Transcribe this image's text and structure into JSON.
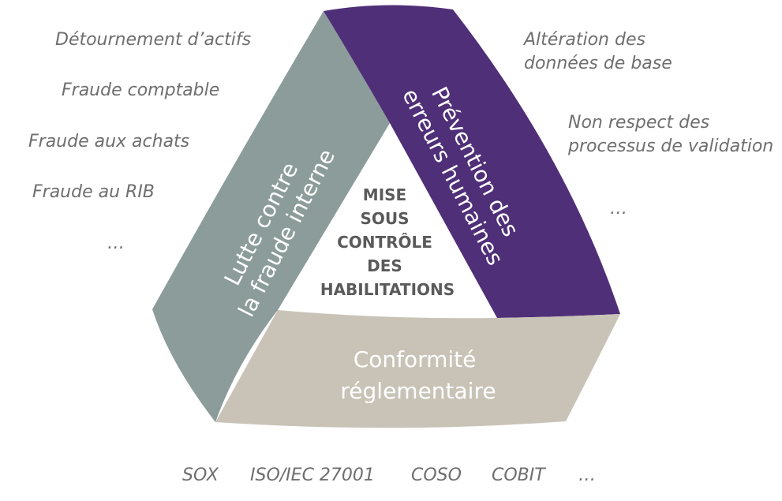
{
  "left_items": [
    "Détournement d’actifs",
    "Fraude comptable",
    "Fraude aux achats",
    "Fraude au RIB",
    "…"
  ],
  "right_items": [
    "Altération des données de base",
    "Non respect des processus de validation",
    "…"
  ],
  "bottom_items": [
    "SOX",
    "ISO/IEC 27001",
    "COSO",
    "COBIT",
    "…"
  ],
  "segments": {
    "left": {
      "lines": [
        "Lutte contre",
        "la fraude interne"
      ],
      "color": "#8c9c9a"
    },
    "right": {
      "lines": [
        "Prévention des",
        "erreurs humaines"
      ],
      "color": "#4f2f78"
    },
    "bottom": {
      "lines": [
        "Conformité",
        "réglementaire"
      ],
      "color": "#c9c3b7"
    }
  },
  "center": {
    "lines": [
      "MISE",
      "SOUS",
      "CONTRÔLE",
      "DES",
      "HABILITATIONS"
    ]
  }
}
